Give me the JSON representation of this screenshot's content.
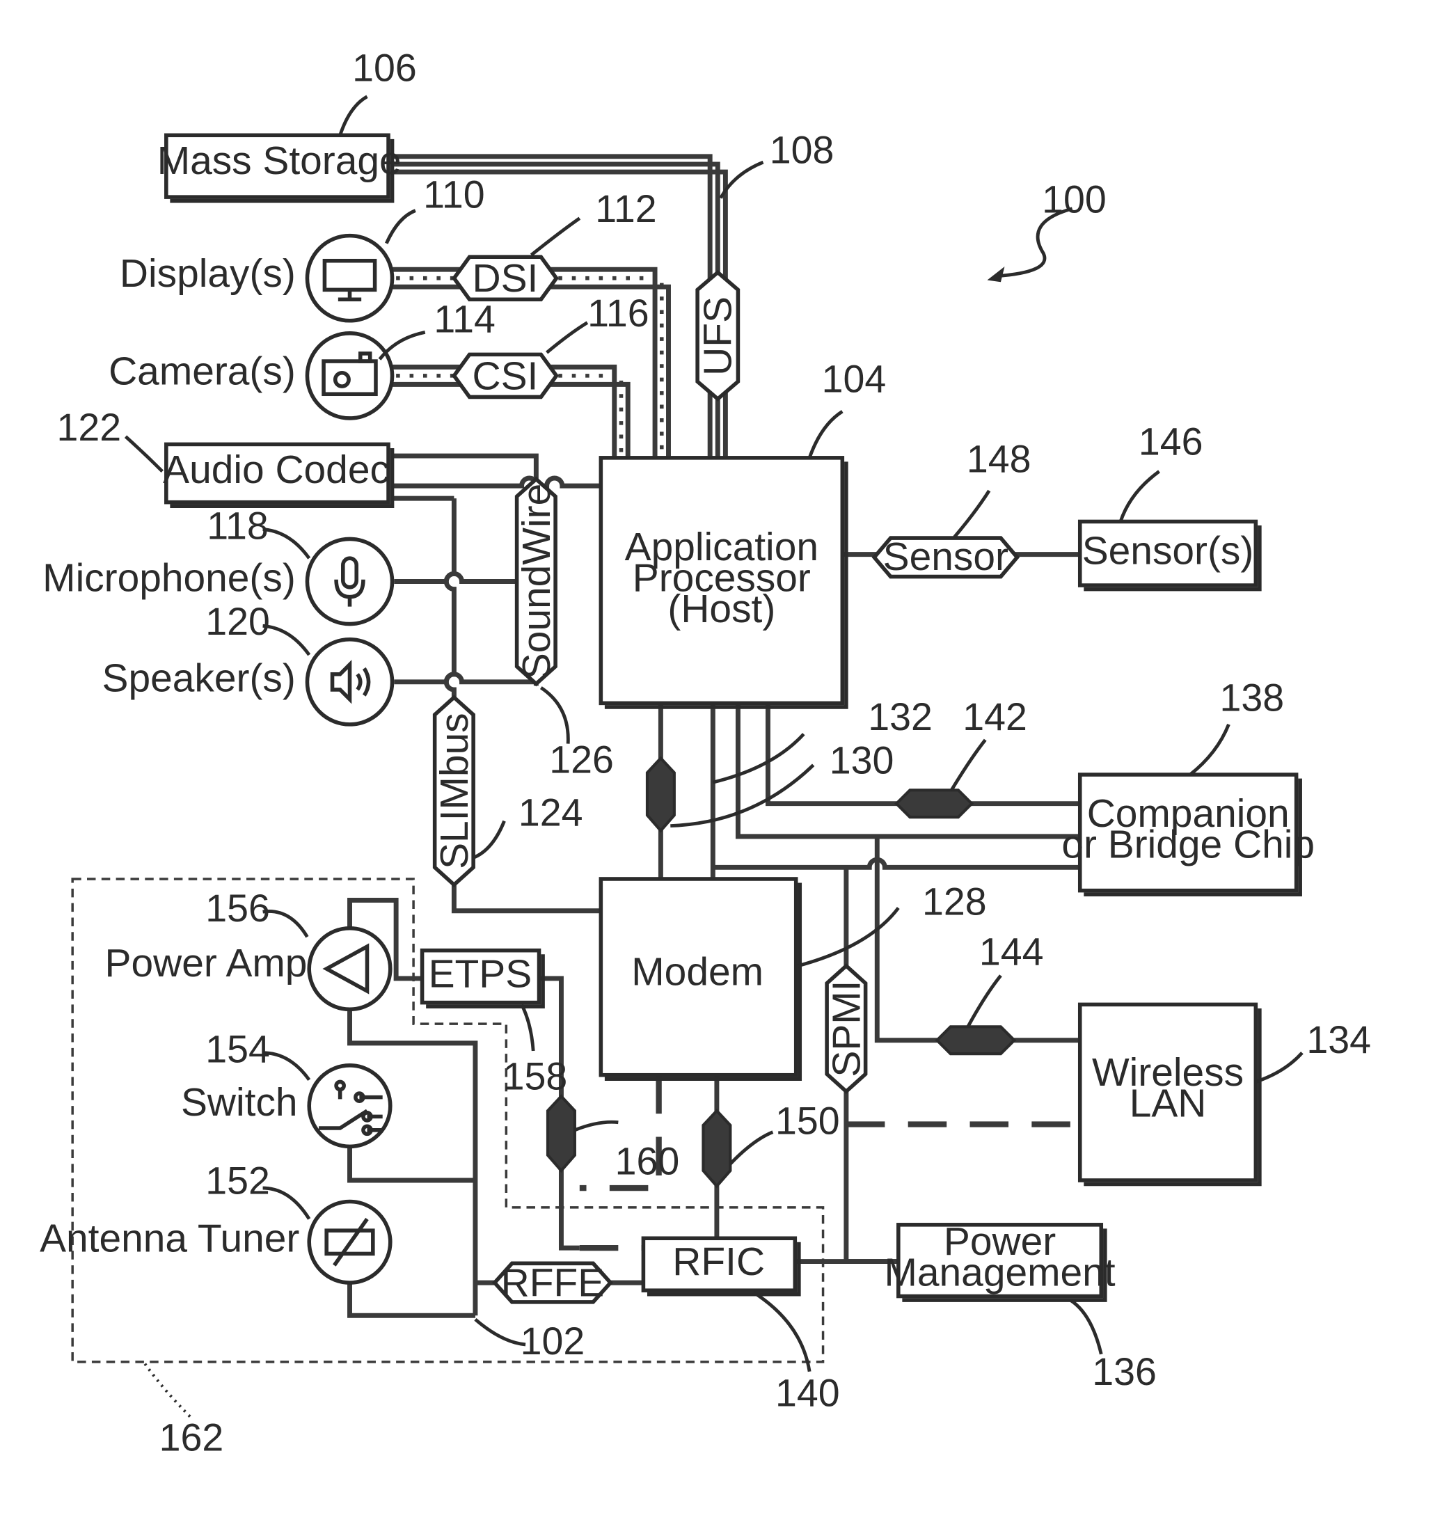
{
  "blocks": {
    "mass_storage": "Mass Storage",
    "audio_codec": "Audio Codec",
    "app_processor_l1": "Application",
    "app_processor_l2": "Processor",
    "app_processor_l3": "(Host)",
    "sensors": "Sensor(s)",
    "companion_l1": "Companion",
    "companion_l2": "or Bridge Chip",
    "modem": "Modem",
    "wireless_l1": "Wireless",
    "wireless_l2": "LAN",
    "etps": "ETPS",
    "rfic": "RFIC",
    "power_mgmt_l1": "Power",
    "power_mgmt_l2": "Management"
  },
  "peripherals": {
    "displays": "Display(s)",
    "cameras": "Camera(s)",
    "microphones": "Microphone(s)",
    "speakers": "Speaker(s)",
    "power_amp": "Power Amp",
    "switch": "Switch",
    "antenna_tuner": "Antenna Tuner"
  },
  "buses": {
    "dsi": "DSI",
    "csi": "CSI",
    "ufs": "UFS",
    "soundwire": "SoundWire",
    "slimbus": "SLIMbus",
    "sensor": "Sensor",
    "spmi": "SPMI",
    "rffe": "RFFE"
  },
  "refs": {
    "r100": "100",
    "r102": "102",
    "r104": "104",
    "r106": "106",
    "r108": "108",
    "r110": "110",
    "r112": "112",
    "r114": "114",
    "r116": "116",
    "r118": "118",
    "r120": "120",
    "r122": "122",
    "r124": "124",
    "r126": "126",
    "r128": "128",
    "r130": "130",
    "r132": "132",
    "r134": "134",
    "r136": "136",
    "r138": "138",
    "r140": "140",
    "r142": "142",
    "r144": "144",
    "r146": "146",
    "r148": "148",
    "r150": "150",
    "r152": "152",
    "r154": "154",
    "r156": "156",
    "r158": "158",
    "r160": "160",
    "r162": "162"
  }
}
